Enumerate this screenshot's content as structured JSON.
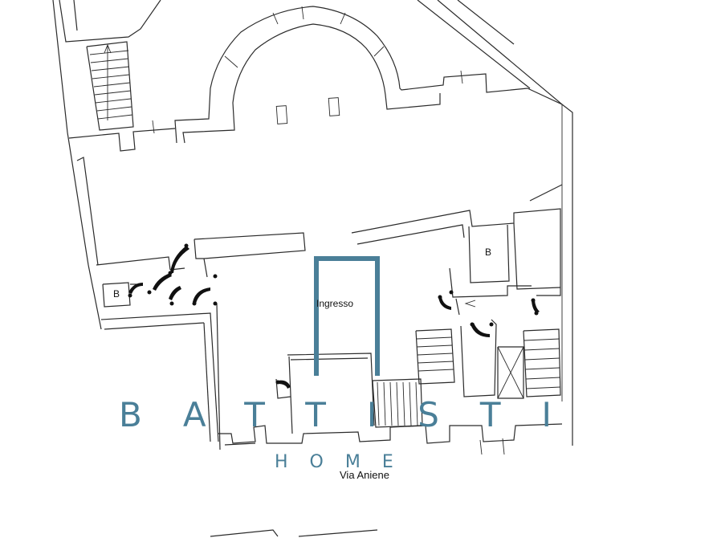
{
  "plan": {
    "room_labels": {
      "b_left": "B",
      "b_right": "B",
      "entrance": "Ingresso"
    },
    "street_label": "Via Aniene",
    "watermark": {
      "brand": "BATTISTI",
      "sub": "HOME",
      "color": "#4a7f98"
    },
    "highlight_color": "#4a7f98"
  }
}
